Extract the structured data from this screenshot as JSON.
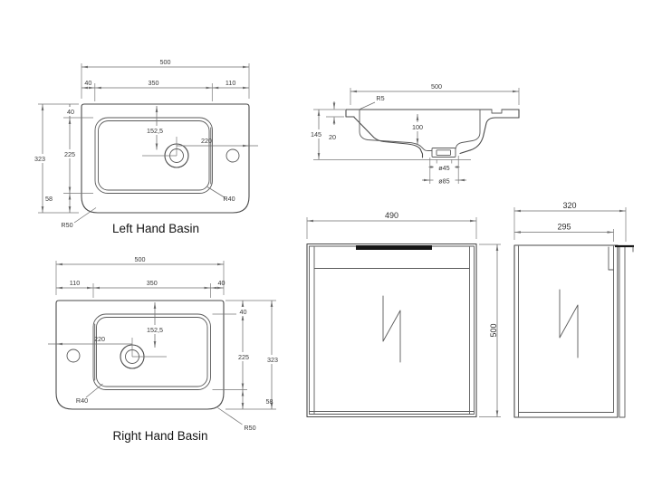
{
  "left_basin": {
    "title": "Left Hand Basin",
    "total_width": "500",
    "top_left": "40",
    "bowl_width": "350",
    "deck_width": "110",
    "total_height": "323",
    "rim_top": "40",
    "bowl_height": "225",
    "rim_bottom": "58",
    "tap_offset": "152,5",
    "tap_to_edge": "220",
    "bowl_radius": "R40",
    "corner_radius": "R50"
  },
  "right_basin": {
    "title": "Right Hand Basin",
    "total_width": "500",
    "deck_width": "110",
    "bowl_width": "350",
    "top_right": "40",
    "total_height": "323",
    "rim_top": "40",
    "bowl_height": "225",
    "rim_bottom": "58",
    "tap_offset": "152,5",
    "tap_to_edge": "220",
    "bowl_radius": "R40",
    "corner_radius": "R50"
  },
  "section": {
    "total_width": "500",
    "edge_radius": "R5",
    "rim_thickness": "20",
    "total_height": "145",
    "bowl_depth": "100",
    "waste_inner_dia": "ø45",
    "waste_outer_dia": "ø85"
  },
  "cabinet_front": {
    "width": "490",
    "height": "500"
  },
  "cabinet_side": {
    "overall_depth": "320",
    "carcass_depth": "295"
  },
  "colors": {
    "line": "#4a4a4a",
    "dimension": "#6e6e6e",
    "label_text": "#3a3a3a",
    "title_text": "#151515",
    "handle": "#161616"
  }
}
